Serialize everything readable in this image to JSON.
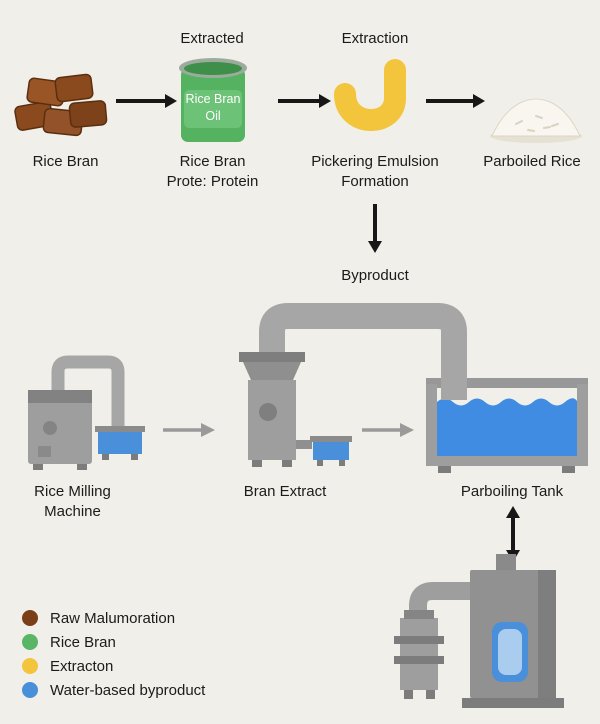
{
  "canvas": {
    "background": "#f1efe9"
  },
  "top_flow": {
    "extracted": "Extracted",
    "extraction": "Extraction",
    "rice_bran": "Rice Bran",
    "can_line1": "Rice Bran",
    "can_line2": "Oil",
    "oil_caption_line1": "Rice Bran",
    "oil_caption_line2": "Prote: Protein",
    "emulsion_line1": "Pickering Emulsion",
    "emulsion_line2": "Formation",
    "parboiled": "Parboiled Rice",
    "byproduct": "Byproduct"
  },
  "machinery": {
    "milling_line1": "Rice Milling",
    "milling_line2": "Machine",
    "bran_extract": "Bran Extract",
    "parboiling_tank": "Parboiling Tank"
  },
  "legend": {
    "items": [
      {
        "label": "Raw Malumoration",
        "color": "#7a3f16"
      },
      {
        "label": "Rice Bran",
        "color": "#5bb567"
      },
      {
        "label": "Extracton",
        "color": "#f2c53d"
      },
      {
        "label": "Water-based byproduct",
        "color": "#4a8fd9"
      }
    ]
  }
}
